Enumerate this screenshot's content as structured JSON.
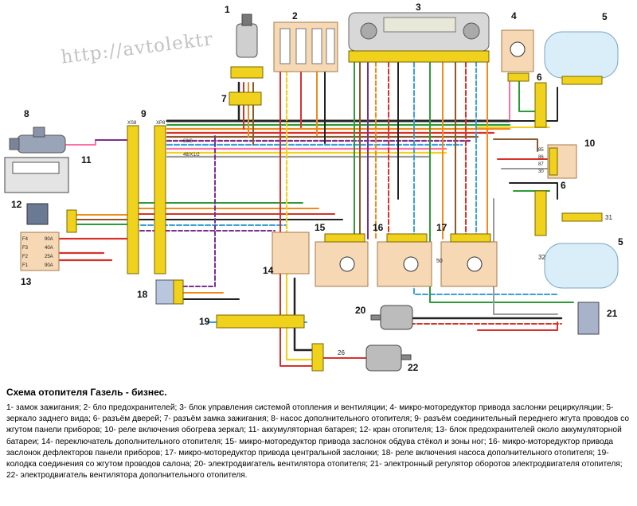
{
  "watermark": "http://avtolektr",
  "callouts": {
    "c1": "1",
    "c2": "2",
    "c3": "3",
    "c4": "4",
    "c5a": "5",
    "c5b": "5",
    "c6a": "6",
    "c6b": "6",
    "c7": "7",
    "c8": "8",
    "c9": "9",
    "c10": "10",
    "c11": "11",
    "c12": "12",
    "c13": "13",
    "c14": "14",
    "c15": "15",
    "c16": "16",
    "c17": "17",
    "c18": "18",
    "c19": "19",
    "c20": "20",
    "c21": "21",
    "c22": "22",
    "c26": "26"
  },
  "connector_labels": {
    "xs8": "XS8",
    "xp8": "XP8",
    "p603": "60/3",
    "p48": "48/X1/2",
    "r85": "85",
    "r86": "86",
    "r87": "87",
    "r30": "30",
    "p31": "31",
    "p32": "32",
    "p50": "50"
  },
  "fuses": {
    "f4": "F4",
    "f3": "F3",
    "f2": "F2",
    "f1": "F1",
    "f4a": "90A",
    "f3a": "40A",
    "f2a": "25A",
    "f1a": "90A"
  },
  "caption": {
    "title": "Схема отопителя Газель - бизнес.",
    "body": "1- замок зажигания; 2- бло предохранителей; 3- блок управления системой отопления и вентиляции; 4- микро-моторедуктор привода заслонки рециркуляции; 5- зеркало заднего вида; 6- разъём дверей; 7- разъём замка зажигания; 8- насос дополнительного отопителя; 9- разъём соединительный переднего жгута проводов со жгутом панели приборов; 10- реле включения обогрева зеркал; 11- аккумуляторная батарея; 12- кран отопителя; 13- блок предохранителей около аккумуляторной батареи; 14- переключатель дополнительного отопителя; 15- микро-моторедуктор привода заслонок обдува стёкол и зоны ног; 16- микро-моторедуктор привода заслонок дефлекторов панели приборов; 17- микро-моторедуктор привода центральной заслонки; 18- реле включения насоса дополнительного отопителя; 19- колодка соединения со жгутом проводов салона; 20- электродвигатель вентилятора отопителя; 21- электронный регулятор оборотов электродвигателя отопителя; 22- электродвигатель вентилятора дополнительного отопителя."
  }
}
